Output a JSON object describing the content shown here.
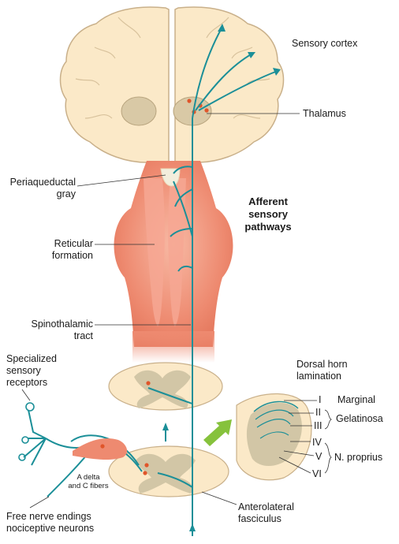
{
  "labels": {
    "sensory_cortex": "Sensory cortex",
    "thalamus": "Thalamus",
    "periaqueductal_1": "Periaqueductal",
    "periaqueductal_2": "gray",
    "afferent_1": "Afferent",
    "afferent_2": "sensory",
    "afferent_3": "pathways",
    "reticular_1": "Reticular",
    "reticular_2": "formation",
    "spinothalamic_1": "Spinothalamic",
    "spinothalamic_2": "tract",
    "specialized_1": "Specialized",
    "specialized_2": "sensory",
    "specialized_3": "receptors",
    "dorsal_horn_1": "Dorsal horn",
    "dorsal_horn_2": "lamination",
    "lamina_1": "I",
    "lamina_2": "II",
    "lamina_3": "III",
    "lamina_4": "IV",
    "lamina_5": "V",
    "lamina_6": "VI",
    "marginal": "Marginal",
    "gelatinosa": "Gelatinosa",
    "n_proprius": "N. proprius",
    "fibers_1": "A delta",
    "fibers_2": "and C fibers",
    "anterolateral_1": "Anterolateral",
    "anterolateral_2": "fasciculus",
    "free_nerve_1": "Free nerve endings",
    "free_nerve_2": "nociceptive neurons"
  },
  "colors": {
    "brain_fill": "#fbe9c8",
    "brain_outline": "#c9b08a",
    "brainstem_fill": "#ee8a70",
    "thalamus_fill": "#d9c9a6",
    "gray_matter": "#d2c6a6",
    "pathway": "#1b8f98",
    "nucleus": "#e0552a",
    "arrow_green": "#86c23c"
  }
}
